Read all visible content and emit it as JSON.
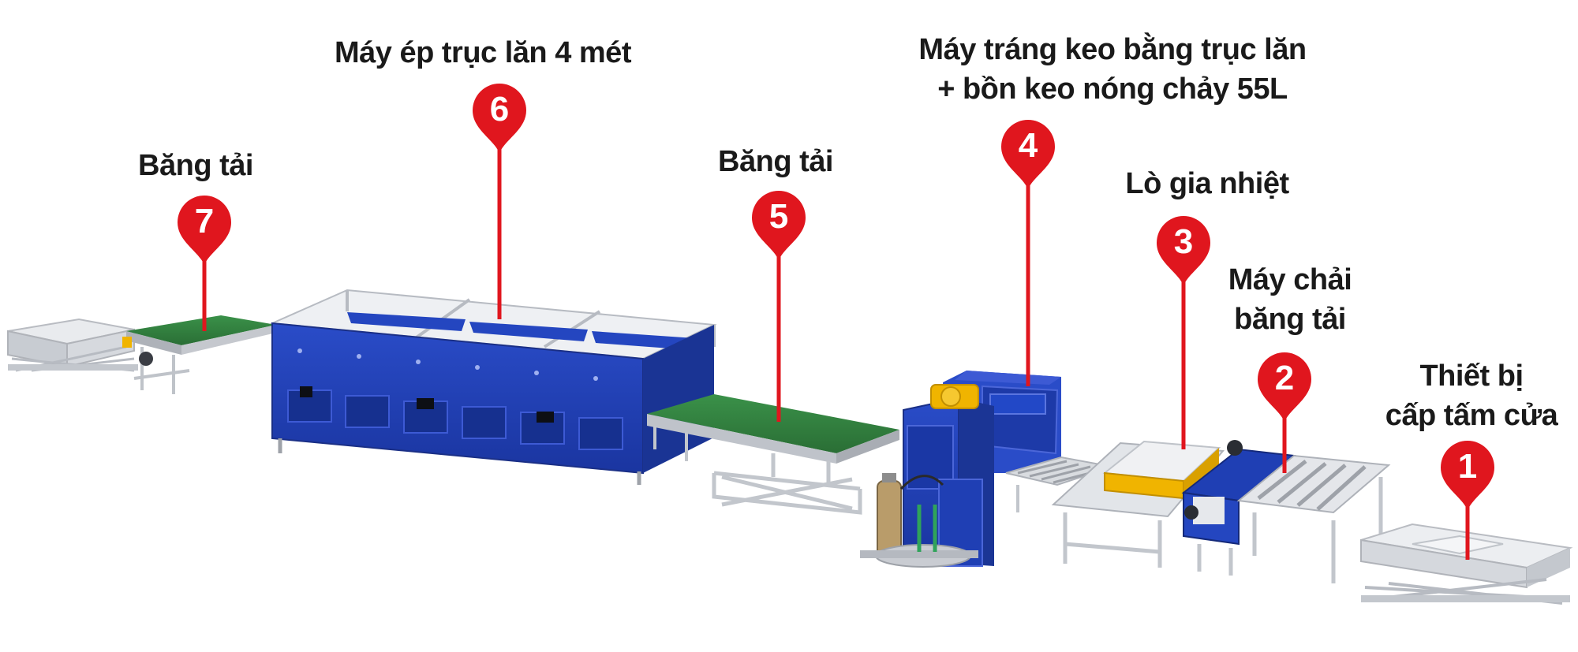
{
  "colors": {
    "marker": "#e0161e",
    "machine_blue": "#1f3fb4",
    "belt_green": "#2f7d3c",
    "frame_grey": "#c9ccd2",
    "panel_white": "#eceef1",
    "gold": "#f0b400"
  },
  "stations": [
    {
      "id": "1",
      "number": "1",
      "lines": [
        "Thiết bị",
        "cấp tấm cửa"
      ]
    },
    {
      "id": "2",
      "number": "2",
      "lines": [
        "Máy chải",
        "băng tải"
      ]
    },
    {
      "id": "3",
      "number": "3",
      "lines": [
        "Lò gia nhiệt"
      ]
    },
    {
      "id": "4",
      "number": "4",
      "lines": [
        "Máy tráng keo bằng trục lăn",
        "+ bồn keo nóng chảy 55L"
      ]
    },
    {
      "id": "5",
      "number": "5",
      "lines": [
        "Băng tải"
      ]
    },
    {
      "id": "6",
      "number": "6",
      "lines": [
        "Máy ép trục lăn 4 mét"
      ]
    },
    {
      "id": "7",
      "number": "7",
      "lines": [
        "Băng tải"
      ]
    }
  ]
}
